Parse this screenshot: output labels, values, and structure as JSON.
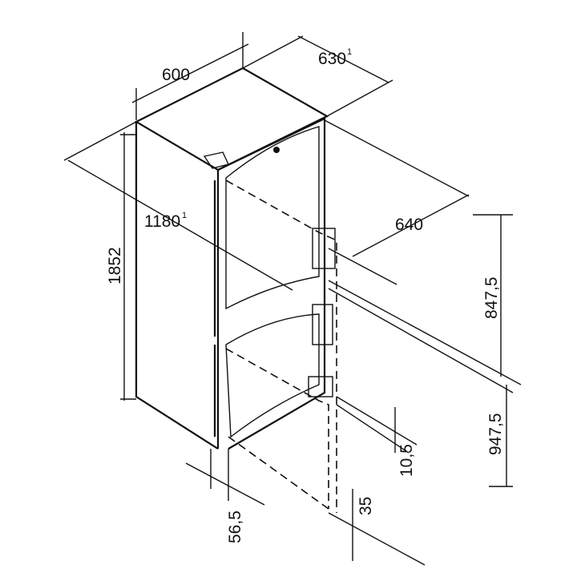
{
  "dimensions": {
    "width": "600",
    "depth": "630",
    "depth_note": "1",
    "door_open_depth": "1180",
    "door_open_note": "1",
    "depth_with_handle": "640",
    "height": "1852",
    "upper_height": "847,5",
    "lower_height": "947,5",
    "gap": "10,5",
    "plinth": "35",
    "side_offset": "56,5"
  }
}
